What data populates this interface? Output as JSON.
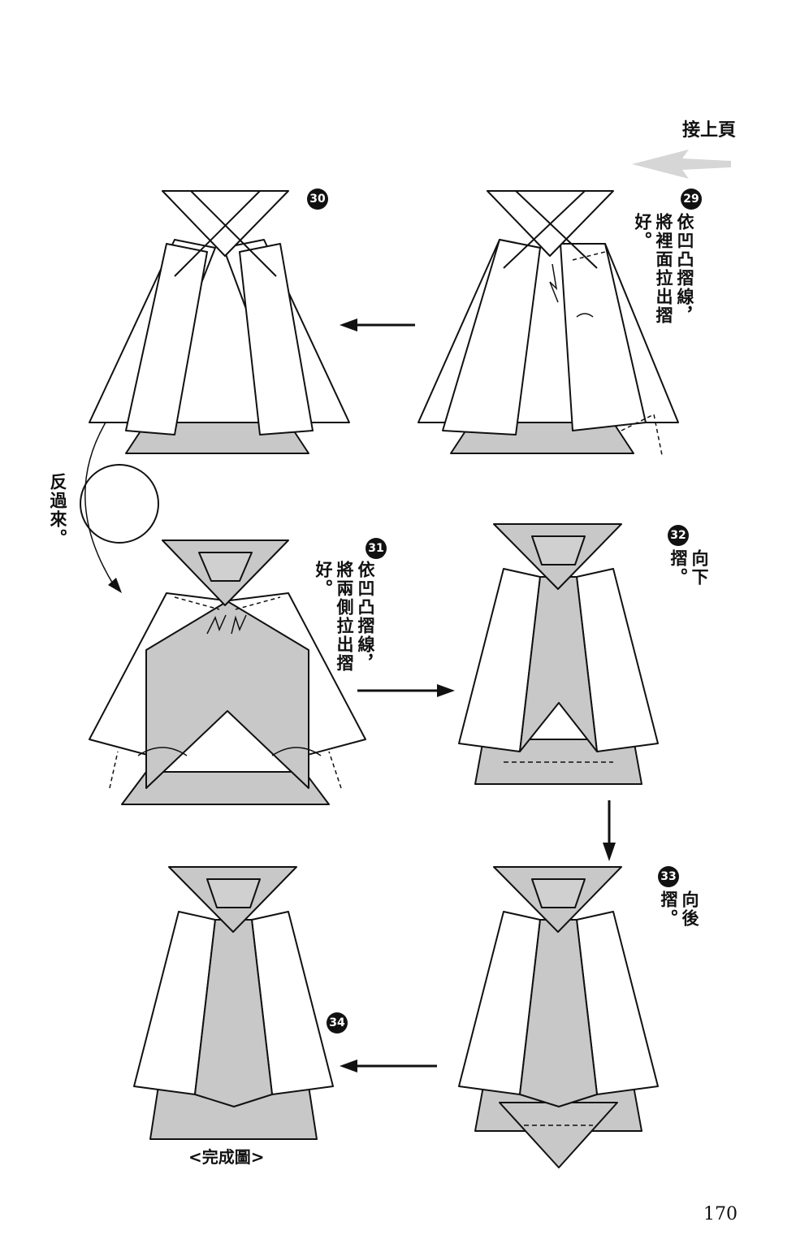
{
  "header": {
    "continued": "接上頁"
  },
  "steps": [
    {
      "num": "29",
      "text": "依凹凸摺線，將裡面拉出摺好。"
    },
    {
      "num": "30"
    },
    {
      "num": "31",
      "text": "依凹凸摺線，將兩側拉出摺好。"
    },
    {
      "num": "32",
      "text": "向下摺。"
    },
    {
      "num": "33",
      "text": "向後摺。"
    },
    {
      "num": "34"
    }
  ],
  "flip_note": "反過來。",
  "finished_label": "<完成圖>",
  "page_number": "170",
  "colors": {
    "ink": "#111111",
    "shade": "#c8c8c8",
    "paper": "#ffffff",
    "faded_arrow": "#d0d0d0"
  }
}
